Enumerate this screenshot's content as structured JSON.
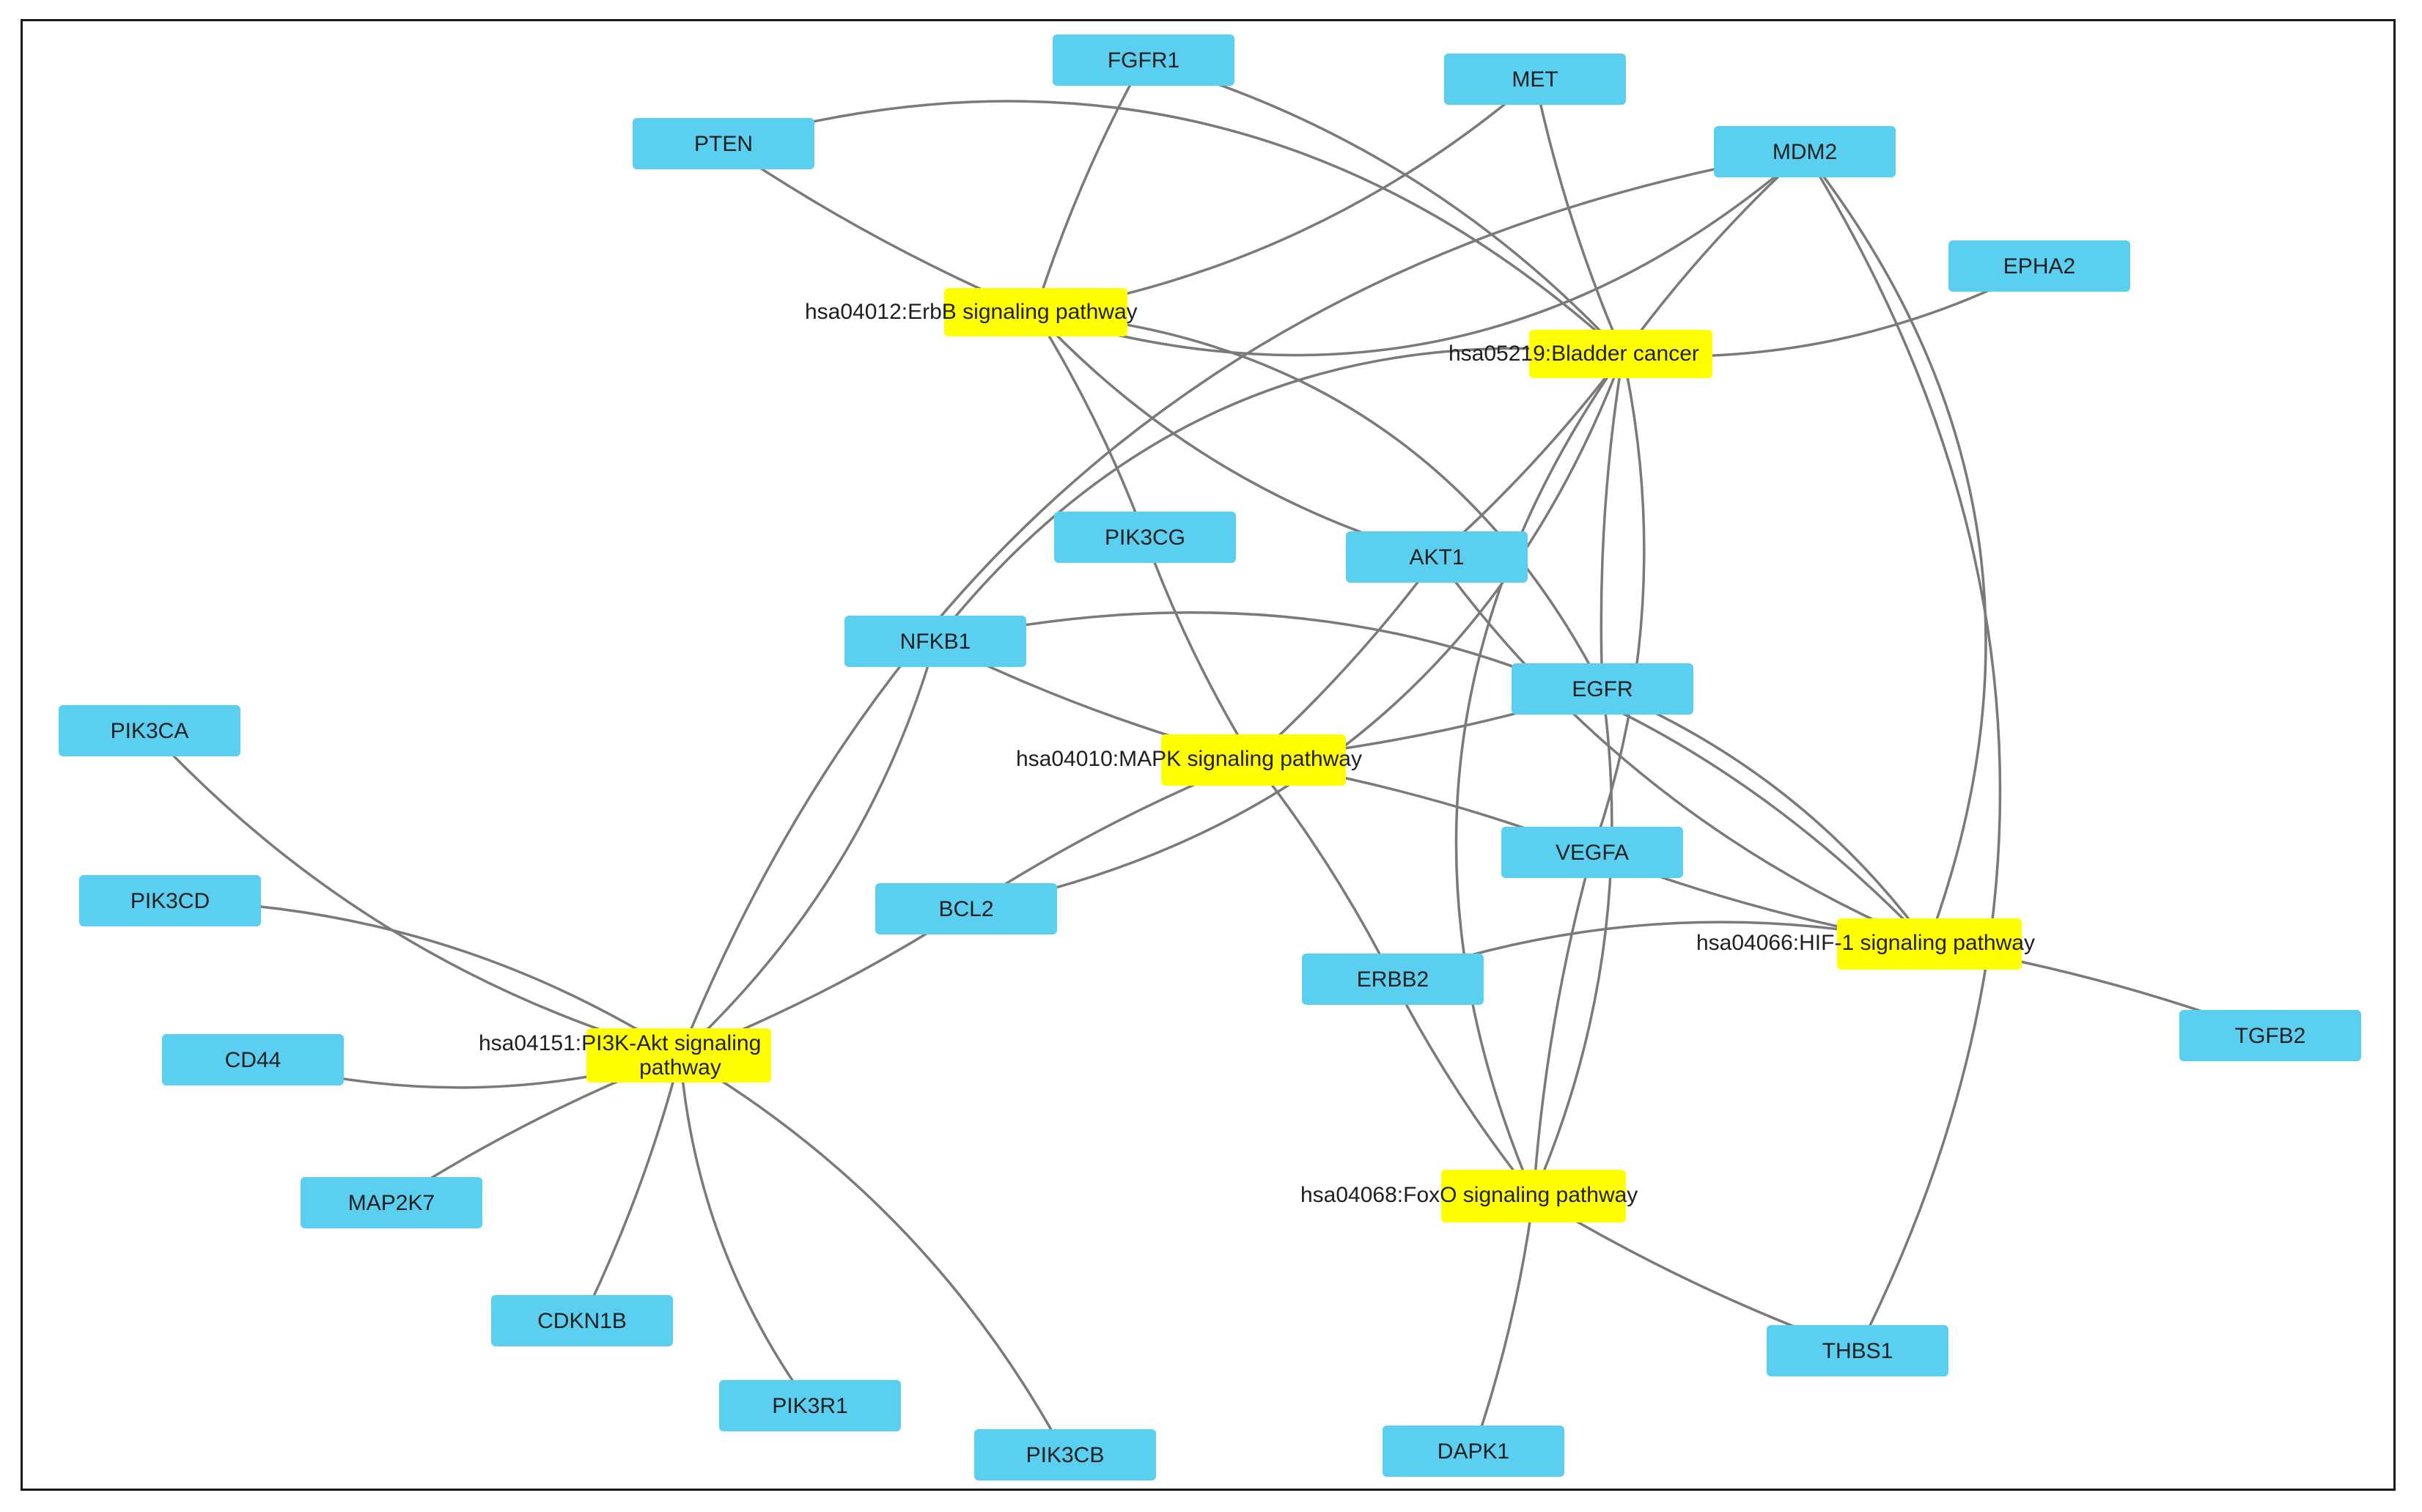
{
  "genes": [
    {
      "id": "FGFR1",
      "label": "FGFR1"
    },
    {
      "id": "MET",
      "label": "MET"
    },
    {
      "id": "PTEN",
      "label": "PTEN"
    },
    {
      "id": "MDM2",
      "label": "MDM2"
    },
    {
      "id": "EPHA2",
      "label": "EPHA2"
    },
    {
      "id": "PIK3CG",
      "label": "PIK3CG"
    },
    {
      "id": "AKT1",
      "label": "AKT1"
    },
    {
      "id": "NFKB1",
      "label": "NFKB1"
    },
    {
      "id": "EGFR",
      "label": "EGFR"
    },
    {
      "id": "PIK3CA",
      "label": "PIK3CA"
    },
    {
      "id": "VEGFA",
      "label": "VEGFA"
    },
    {
      "id": "PIK3CD",
      "label": "PIK3CD"
    },
    {
      "id": "BCL2",
      "label": "BCL2"
    },
    {
      "id": "ERBB2",
      "label": "ERBB2"
    },
    {
      "id": "TGFB2",
      "label": "TGFB2"
    },
    {
      "id": "CD44",
      "label": "CD44"
    },
    {
      "id": "MAP2K7",
      "label": "MAP2K7"
    },
    {
      "id": "CDKN1B",
      "label": "CDKN1B"
    },
    {
      "id": "THBS1",
      "label": "THBS1"
    },
    {
      "id": "PIK3R1",
      "label": "PIK3R1"
    },
    {
      "id": "PIK3CB",
      "label": "PIK3CB"
    },
    {
      "id": "DAPK1",
      "label": "DAPK1"
    }
  ],
  "pathways": [
    {
      "id": "ERBB",
      "label": "hsa04012:ErbB signaling pathway"
    },
    {
      "id": "BLADDER",
      "label": "hsa05219:Bladder cancer"
    },
    {
      "id": "MAPK",
      "label": "hsa04010:MAPK signaling pathway"
    },
    {
      "id": "HIF1",
      "label": "hsa04066:HIF-1 signaling pathway"
    },
    {
      "id": "PI3K",
      "label_lines": [
        "hsa04151:PI3K-Akt signaling",
        "pathway"
      ]
    },
    {
      "id": "FOXO",
      "label": "hsa04068:FoxO signaling pathway"
    }
  ],
  "edges": [
    [
      "ERBB",
      "FGFR1"
    ],
    [
      "ERBB",
      "MET"
    ],
    [
      "ERBB",
      "PTEN"
    ],
    [
      "ERBB",
      "MDM2"
    ],
    [
      "ERBB",
      "PIK3CG"
    ],
    [
      "ERBB",
      "AKT1"
    ],
    [
      "ERBB",
      "EGFR"
    ],
    [
      "BLADDER",
      "FGFR1"
    ],
    [
      "BLADDER",
      "MET"
    ],
    [
      "BLADDER",
      "PTEN"
    ],
    [
      "BLADDER",
      "MDM2"
    ],
    [
      "BLADDER",
      "EPHA2"
    ],
    [
      "BLADDER",
      "AKT1"
    ],
    [
      "BLADDER",
      "NFKB1"
    ],
    [
      "BLADDER",
      "BCL2"
    ],
    [
      "BLADDER",
      "EGFR"
    ],
    [
      "BLADDER",
      "VEGFA"
    ],
    [
      "BLADDER",
      "FOXO"
    ],
    [
      "MAPK",
      "PIK3CG"
    ],
    [
      "MAPK",
      "AKT1"
    ],
    [
      "MAPK",
      "NFKB1"
    ],
    [
      "MAPK",
      "EGFR"
    ],
    [
      "MAPK",
      "VEGFA"
    ],
    [
      "MAPK",
      "BCL2"
    ],
    [
      "MAPK",
      "ERBB2"
    ],
    [
      "HIF1",
      "NFKB1"
    ],
    [
      "HIF1",
      "AKT1"
    ],
    [
      "HIF1",
      "EGFR"
    ],
    [
      "HIF1",
      "VEGFA"
    ],
    [
      "HIF1",
      "ERBB2"
    ],
    [
      "HIF1",
      "TGFB2"
    ],
    [
      "HIF1",
      "MDM2"
    ],
    [
      "PI3K",
      "MDM2"
    ],
    [
      "PI3K",
      "NFKB1"
    ],
    [
      "PI3K",
      "PIK3CA"
    ],
    [
      "PI3K",
      "PIK3CD"
    ],
    [
      "PI3K",
      "CD44"
    ],
    [
      "PI3K",
      "MAP2K7"
    ],
    [
      "PI3K",
      "CDKN1B"
    ],
    [
      "PI3K",
      "PIK3R1"
    ],
    [
      "PI3K",
      "PIK3CB"
    ],
    [
      "PI3K",
      "BCL2"
    ],
    [
      "FOXO",
      "ERBB2"
    ],
    [
      "FOXO",
      "EGFR"
    ],
    [
      "FOXO",
      "VEGFA"
    ],
    [
      "FOXO",
      "THBS1"
    ],
    [
      "FOXO",
      "DAPK1"
    ],
    [
      "THBS1",
      "MDM2"
    ]
  ]
}
